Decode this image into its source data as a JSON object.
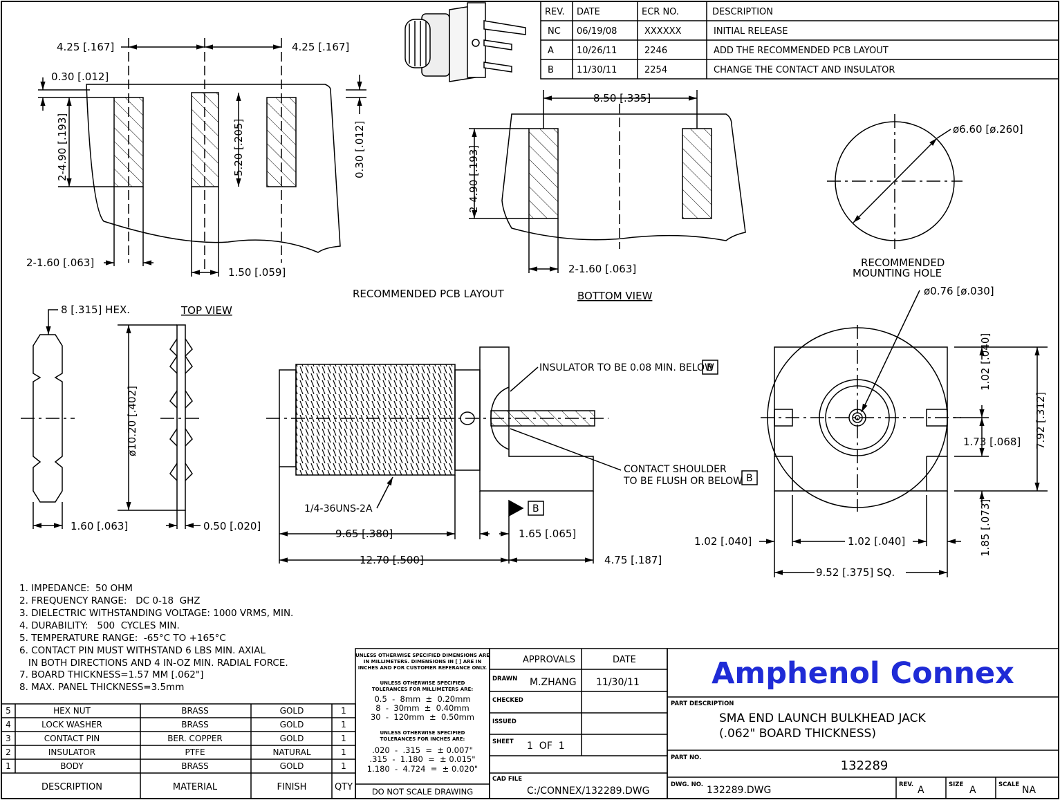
{
  "revision_table": {
    "headers": [
      "REV.",
      "DATE",
      "ECR NO.",
      "DESCRIPTION"
    ],
    "rows": [
      [
        "NC",
        "06/19/08",
        "XXXXXX",
        "INITIAL RELEASE"
      ],
      [
        "A",
        "10/26/11",
        "2246",
        "ADD THE RECOMMENDED PCB LAYOUT"
      ],
      [
        "B",
        "11/30/11",
        "2254",
        "CHANGE THE CONTACT AND INSULATOR"
      ]
    ]
  },
  "pcb_layout": {
    "title": "RECOMMENDED PCB LAYOUT",
    "top_left_dim": "4.25 [.167]",
    "top_right_dim": "4.25 [.167]",
    "edge_dim": "0.30 [.012]",
    "pad_height_dim": "2-4.90 [.193]",
    "center_pad_dim": "5.20 [.205]",
    "right_edge_dim": "0.30 [.012]",
    "pad_width_dim": "2-1.60 [.063]",
    "center_width_dim": "1.50 [.059]"
  },
  "bottom_view": {
    "title": "BOTTOM VIEW",
    "spacing_dim": "8.50 [.335]",
    "pad_height_dim": "2-4.90 [.193]",
    "pad_width_dim": "2-1.60 [.063]"
  },
  "mounting_hole": {
    "title_line1": "RECOMMENDED",
    "title_line2": "MOUNTING HOLE",
    "diameter_dim": "ø6.60 [ø.260]"
  },
  "top_view": {
    "title": "TOP VIEW",
    "hex_dim": "8 [.315] HEX.",
    "diameter_dim": "ø10.20 [.402]",
    "nut_width_dim": "1.60 [.063]",
    "washer_width_dim": "0.50 [.020]"
  },
  "side_view": {
    "thread_label": "1/4-36UNS-2A",
    "insulator_note": "INSULATOR TO BE 0.08 MIN. BELOW",
    "contact_note_line1": "CONTACT SHOULDER",
    "contact_note_line2": "TO BE FLUSH OR BELOW",
    "datum": "B",
    "thread_length_dim": "9.65 [.380]",
    "flange_dim": "1.65 [.065]",
    "overall_dim": "12.70 [.500]",
    "pin_dim": "4.75 [.187]"
  },
  "front_view": {
    "pin_diameter_dim": "ø0.76 [ø.030]",
    "top_dim": "1.02 [.040]",
    "height_dim": "7.92 [.312]",
    "center_dim": "1.73 [.068]",
    "bottom_dim": "1.85 [.073]",
    "left_dim": "1.02 [.040]",
    "inner_dim": "1.02 [.040]",
    "square_dim": "9.52 [.375] SQ."
  },
  "notes": [
    "1. IMPEDANCE:  50 OHM",
    "2. FREQUENCY RANGE:   DC 0-18  GHZ",
    "3. DIELECTRIC WITHSTANDING VOLTAGE: 1000 VRMS, MIN.",
    "4. DURABILITY:   500  CYCLES MIN.",
    "5. TEMPERATURE RANGE:  -65°C TO +165°C",
    "6. CONTACT PIN MUST WITHSTAND 6 LBS MIN. AXIAL",
    "   IN BOTH DIRECTIONS AND 4 IN-OZ MIN. RADIAL FORCE.",
    "7. BOARD THICKNESS=1.57 MM [.062\"]",
    "8. MAX. PANEL THICKNESS=3.5mm"
  ],
  "bom": {
    "headers": [
      "DESCRIPTION",
      "MATERIAL",
      "FINISH",
      "QTY"
    ],
    "rows": [
      [
        "5",
        "HEX NUT",
        "BRASS",
        "GOLD",
        "1"
      ],
      [
        "4",
        "LOCK WASHER",
        "BRASS",
        "GOLD",
        "1"
      ],
      [
        "3",
        "CONTACT PIN",
        "BER. COPPER",
        "GOLD",
        "1"
      ],
      [
        "2",
        "INSULATOR",
        "PTFE",
        "NATURAL",
        "1"
      ],
      [
        "1",
        "BODY",
        "BRASS",
        "GOLD",
        "1"
      ]
    ]
  },
  "tolerances": {
    "intro": [
      "UNLESS OTHERWISE SPECIFIED DIMENSIONS ARE",
      "IN MILLIMETERS. DIMENSIONS IN [ ] ARE IN",
      "INCHES AND FOR CUSTOMER REFERANCE ONLY."
    ],
    "mm_title": [
      "UNLESS OTHERWISE SPECIFIED",
      "TOLERANCES FOR MILLIMETERS ARE:"
    ],
    "mm_rows": [
      "0.5  -  8mm  ±  0.20mm",
      "8  -  30mm  ±  0.40mm",
      "30  -  120mm  ±  0.50mm"
    ],
    "in_title": [
      "UNLESS OTHERWISE SPECIFIED",
      "TOLERANCES FOR INCHES ARE:"
    ],
    "in_rows": [
      ".020  -  .315  =  ± 0.007\"",
      ".315  -  1.180  =  ± 0.015\"",
      "1.180  -  4.724  =  ± 0.020\""
    ],
    "footer": "DO NOT SCALE DRAWING"
  },
  "approvals": {
    "header": "APPROVALS",
    "date_header": "DATE",
    "drawn_label": "DRAWN",
    "drawn_by": "M.ZHANG",
    "drawn_date": "11/30/11",
    "checked_label": "CHECKED",
    "issued_label": "ISSUED",
    "sheet_label": "SHEET",
    "sheet_value": "1  OF  1",
    "cad_label": "CAD FILE",
    "cad_value": "C:/CONNEX/132289.DWG"
  },
  "title_block": {
    "company": "Amphenol Connex",
    "company_color": "#1f2bd6",
    "part_desc_label": "PART DESCRIPTION",
    "part_desc_line1": "SMA END LAUNCH BULKHEAD JACK",
    "part_desc_line2": "(.062\" BOARD THICKNESS)",
    "part_no_label": "PART NO.",
    "part_no": "132289",
    "dwg_no_label": "DWG. NO.",
    "dwg_no": "132289.DWG",
    "rev_label": "REV.",
    "rev": "A",
    "size_label": "SIZE",
    "size": "A",
    "scale_label": "SCALE",
    "scale": "NA"
  }
}
